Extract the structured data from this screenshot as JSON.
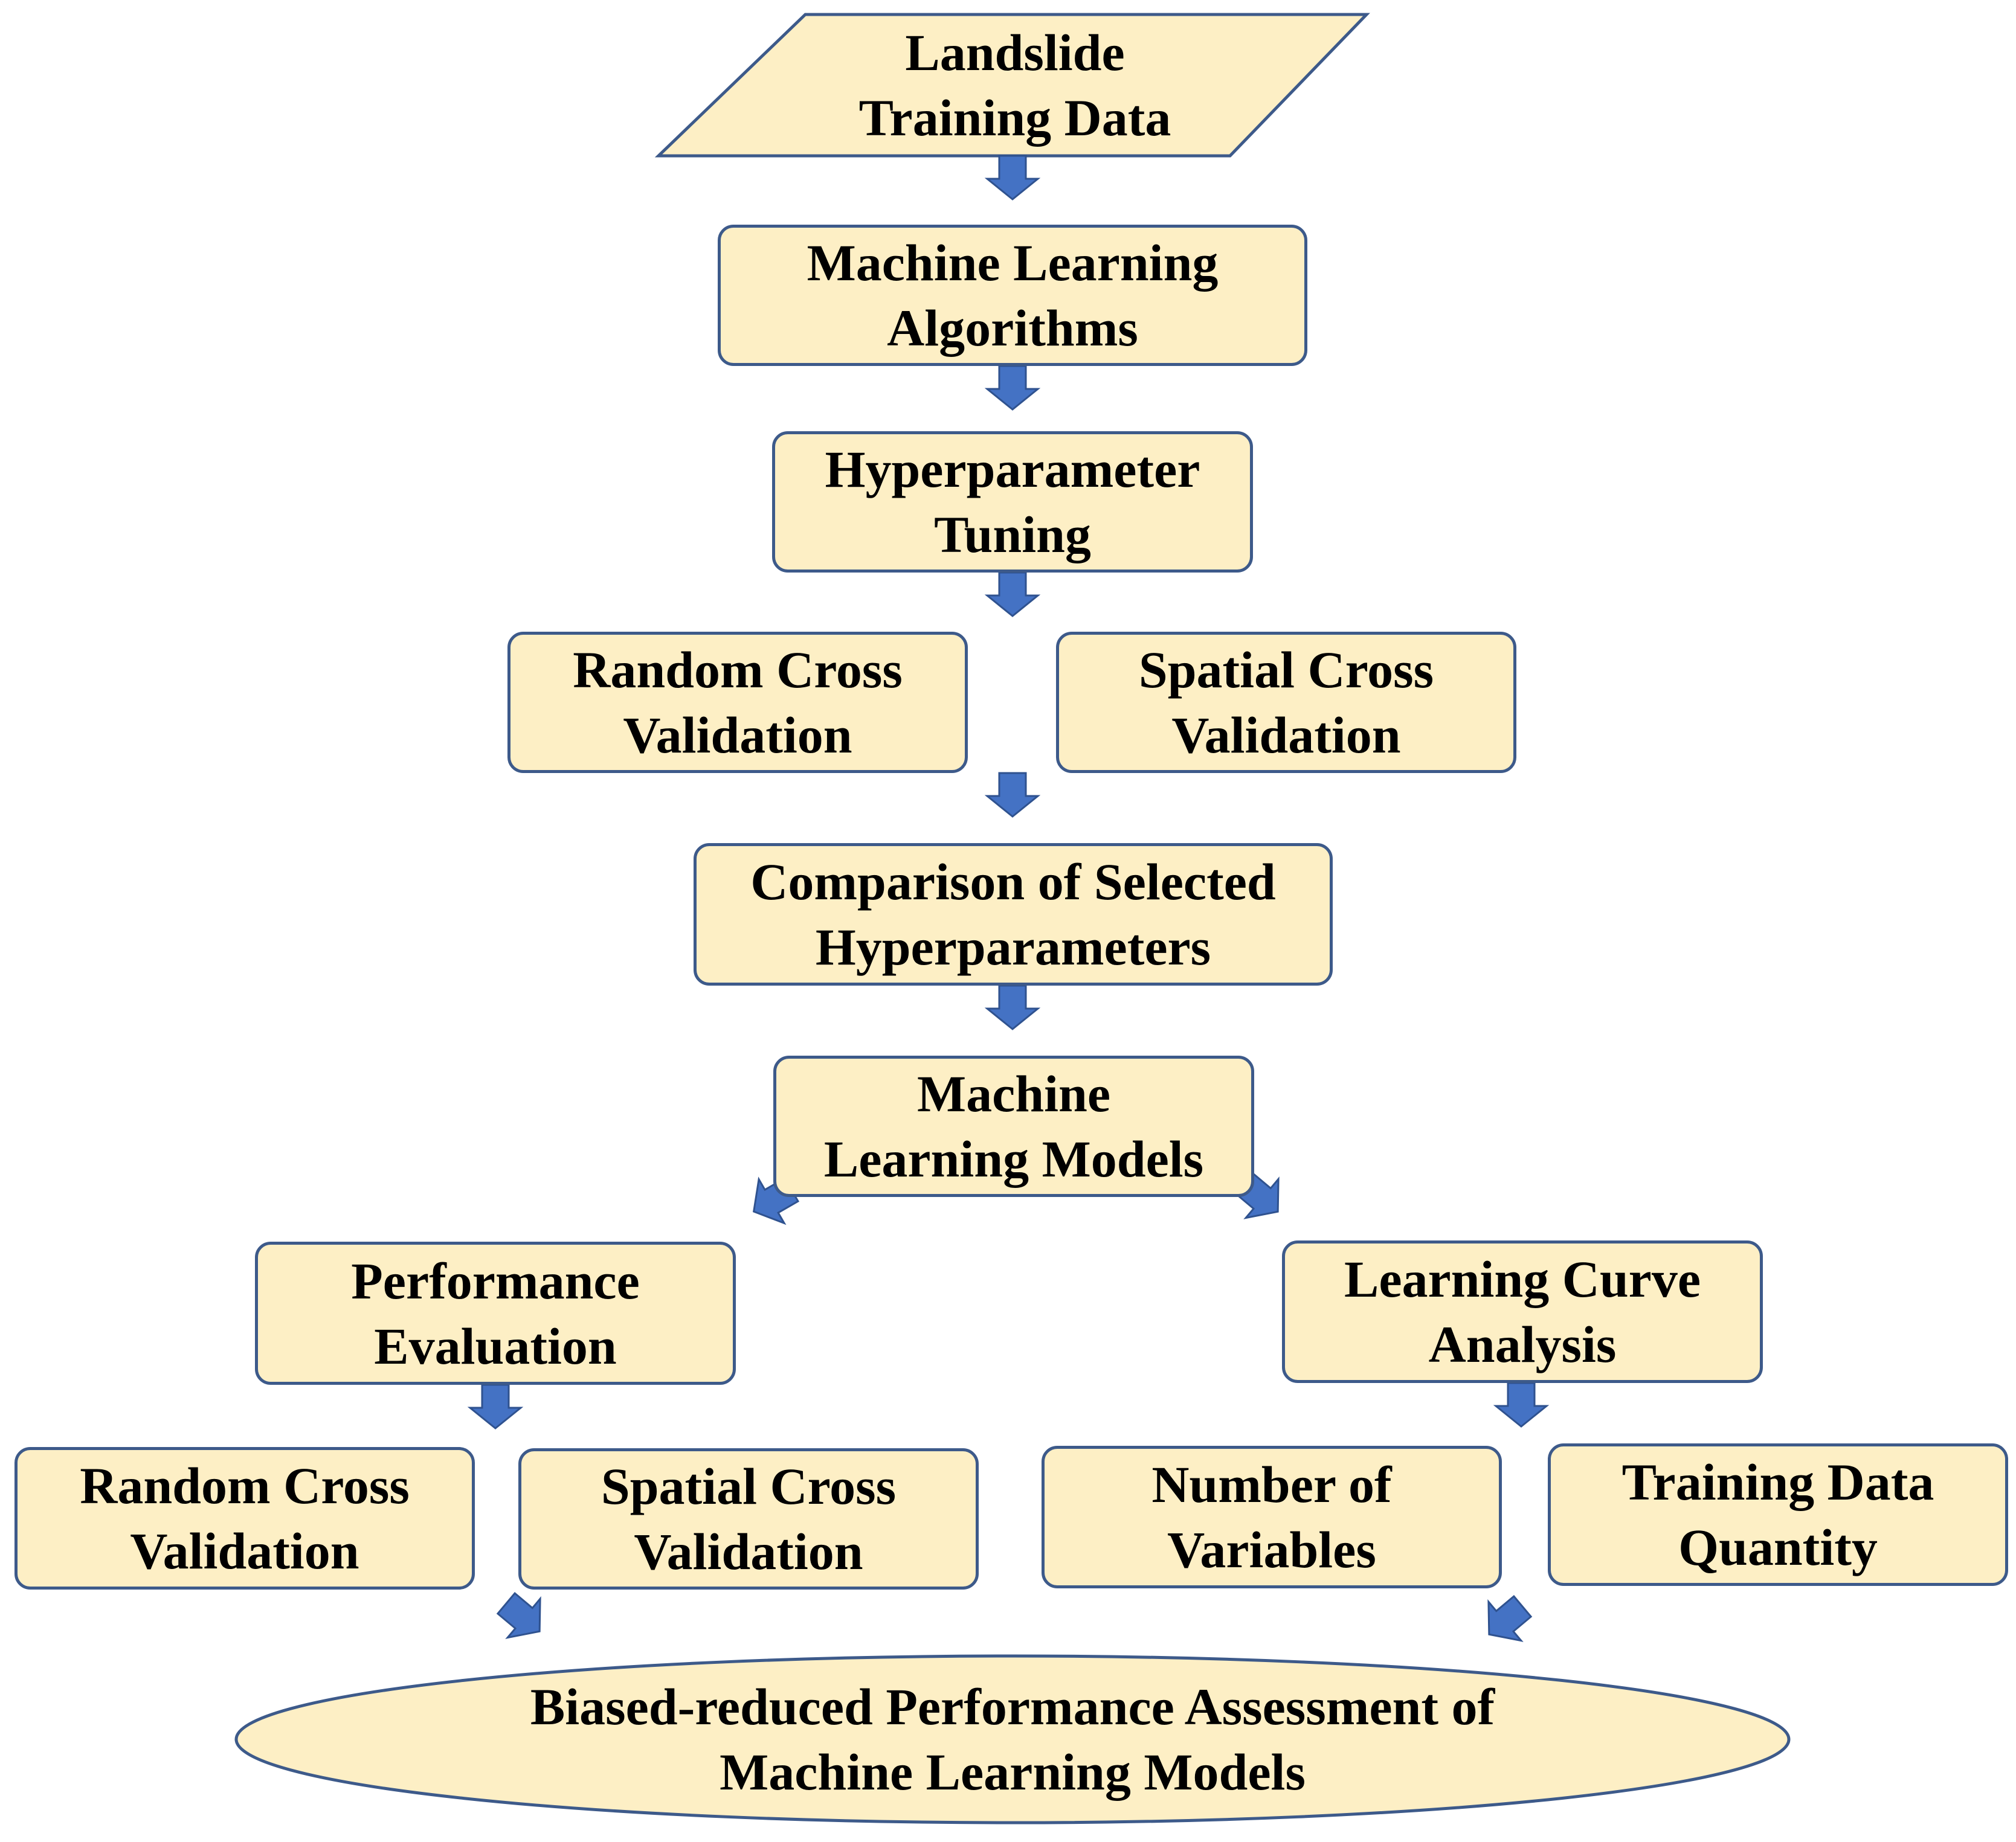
{
  "diagram": {
    "start": {
      "label": "Landslide\nTraining Data"
    },
    "ml_algorithms": {
      "label": "Machine Learning\nAlgorithms"
    },
    "hyperparameter_tuning": {
      "label": "Hyperparameter\nTuning"
    },
    "tuning_random_cv": {
      "label": "Random Cross\nValidation"
    },
    "tuning_spatial_cv": {
      "label": "Spatial Cross\nValidation"
    },
    "comparison": {
      "label": "Comparison of Selected\nHyperparameters"
    },
    "ml_models": {
      "label": "Machine\nLearning Models"
    },
    "performance_evaluation": {
      "label": "Performance\nEvaluation"
    },
    "learning_curve": {
      "label": "Learning Curve\nAnalysis"
    },
    "eval_random_cv": {
      "label": "Random Cross\nValidation"
    },
    "eval_spatial_cv": {
      "label": "Spatial Cross\nValidation"
    },
    "num_variables": {
      "label": "Number of\nVariables"
    },
    "training_quantity": {
      "label": "Training Data\nQuantity"
    },
    "result": {
      "label": "Biased-reduced Performance Assessment of\nMachine Learning Models"
    }
  },
  "colors": {
    "box_fill": "#fdefc5",
    "box_border": "#3d5a8a",
    "arrow": "#4472c4",
    "arrow_border": "#2f528f"
  }
}
